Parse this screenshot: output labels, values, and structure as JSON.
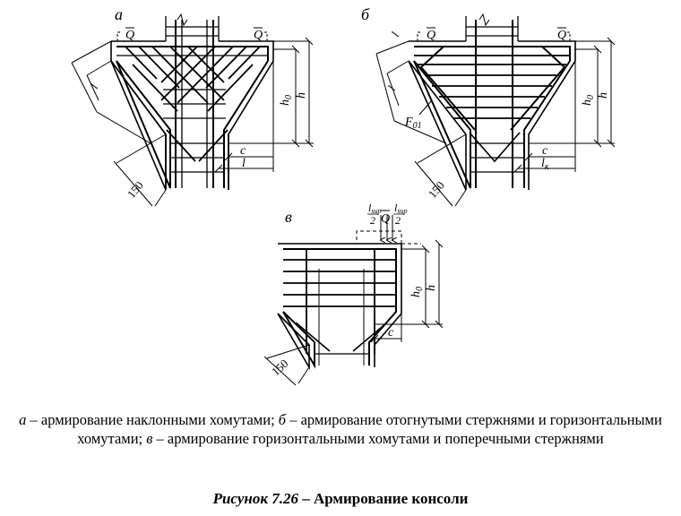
{
  "figure": {
    "panels": {
      "a": {
        "label": "а",
        "load": "Q",
        "dims": {
          "h": "h",
          "h0": "h0_text",
          "c": "c",
          "l": "l",
          "lx": "l",
          "offset": "150"
        }
      },
      "b": {
        "label": "б",
        "load": "Q",
        "dims": {
          "h": "h",
          "h0": "h0_text",
          "c": "c",
          "lk": "l",
          "lk_sub": "к",
          "l0": "l",
          "rebar": "F",
          "rebar_sub": "01",
          "offset": "150"
        }
      },
      "v": {
        "label": "в",
        "load": "Q",
        "dims": {
          "h": "h",
          "h0": "h0_text",
          "c": "c",
          "offset": "150",
          "lsup": "l",
          "lsup_sub": "sup",
          "two": "2"
        }
      }
    },
    "h0_label": "h",
    "h0_sub": "0",
    "caption": {
      "a_letter": "а",
      "a_text": " – армирование наклонными хомутами; ",
      "b_letter": "б",
      "b_text": " – армирование отогнутыми стержнями и горизонтальными хомутами; ",
      "v_letter": "в",
      "v_text": " – армирование горизонтальными хомутами и поперечными стержнями"
    },
    "title": {
      "number": "Рисунок 7.26",
      "separator": " – ",
      "text": "Армирование консоли"
    }
  }
}
